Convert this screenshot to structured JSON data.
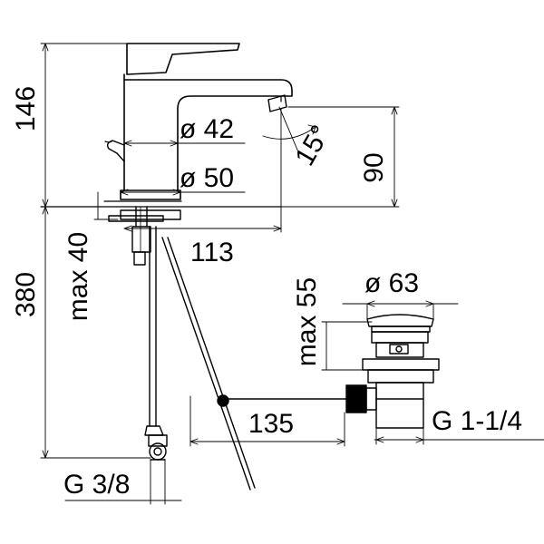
{
  "dimensions": {
    "total_height": "146",
    "spout_height": "90",
    "base_diameter_top": "ø 42",
    "base_diameter_bottom": "ø 50",
    "spout_reach": "113",
    "swivel_angle": "15°",
    "max_deck_thickness": "max 40",
    "supply_length": "380",
    "supply_thread": "G 3/8",
    "waste_head_diameter": "ø 63",
    "waste_max_thickness": "max 55",
    "pop_up_rod_length": "135",
    "waste_thread": "G 1-1/4"
  },
  "colors": {
    "line": "#000000",
    "background": "#ffffff"
  }
}
